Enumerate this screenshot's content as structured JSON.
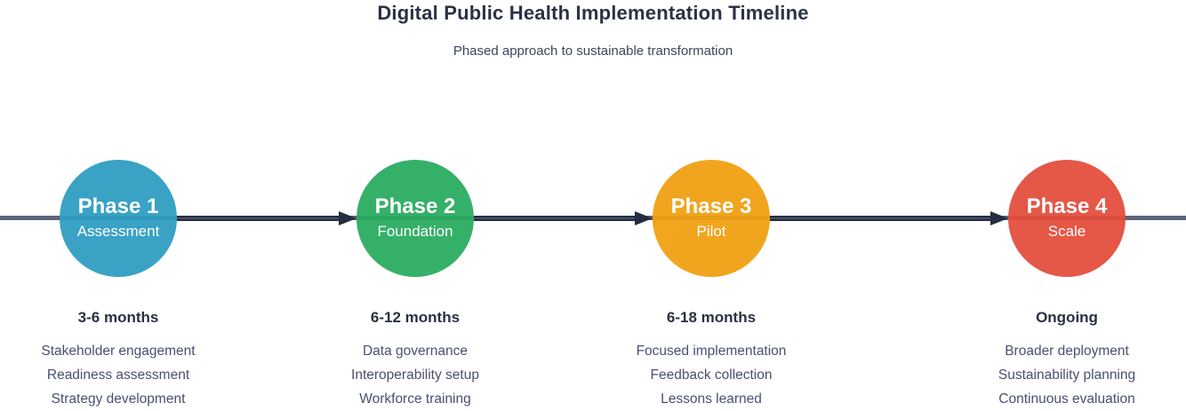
{
  "header": {
    "title": "Digital Public Health Implementation Timeline",
    "subtitle": "Phased approach to sustainable transformation"
  },
  "timeline": {
    "line_color": "#5D6378",
    "arrow_color": "#262C41",
    "arrow_core_color": "#464D64",
    "phases": [
      {
        "label": "Phase 1",
        "name": "Assessment",
        "color": "#2E9DC2",
        "duration": "3-6 months",
        "items": [
          "Stakeholder engagement",
          "Readiness assessment",
          "Strategy development"
        ]
      },
      {
        "label": "Phase 2",
        "name": "Foundation",
        "color": "#29AC60",
        "duration": "6-12 months",
        "items": [
          "Data governance",
          "Interoperability setup",
          "Workforce training"
        ]
      },
      {
        "label": "Phase 3",
        "name": "Pilot",
        "color": "#F1A011",
        "duration": "6-18 months",
        "items": [
          "Focused implementation",
          "Feedback collection",
          "Lessons learned"
        ]
      },
      {
        "label": "Phase 4",
        "name": "Scale",
        "color": "#E44D3C",
        "duration": "Ongoing",
        "items": [
          "Broader deployment",
          "Sustainability planning",
          "Continuous evaluation"
        ]
      }
    ]
  }
}
